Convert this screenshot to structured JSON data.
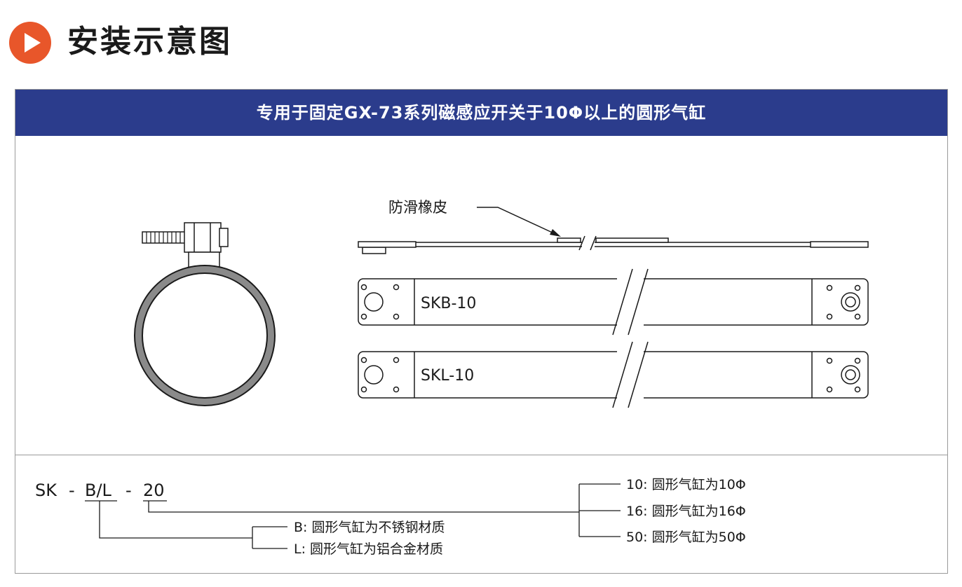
{
  "header": {
    "title": "安装示意图",
    "badge_icon": "play-triangle-icon",
    "badge_color": "#e8562a"
  },
  "banner": {
    "text": "专用于固定GX-73系列磁感应开关于10Φ以上的圆形气缸",
    "background": "#2b3c8c"
  },
  "drawings": {
    "rubber_label": "防滑橡皮",
    "strap_b_label": "SKB-10",
    "strap_l_label": "SKL-10"
  },
  "model_code": {
    "prefix": "SK",
    "dash1": "-",
    "material": "B/L",
    "dash2": "-",
    "size": "20",
    "material_options": [
      "B: 圆形气缸为不锈钢材质",
      "L: 圆形气缸为铝合金材质"
    ],
    "size_options": [
      "10: 圆形气缸为10Φ",
      "16: 圆形气缸为16Φ",
      "50: 圆形气缸为50Φ"
    ]
  }
}
